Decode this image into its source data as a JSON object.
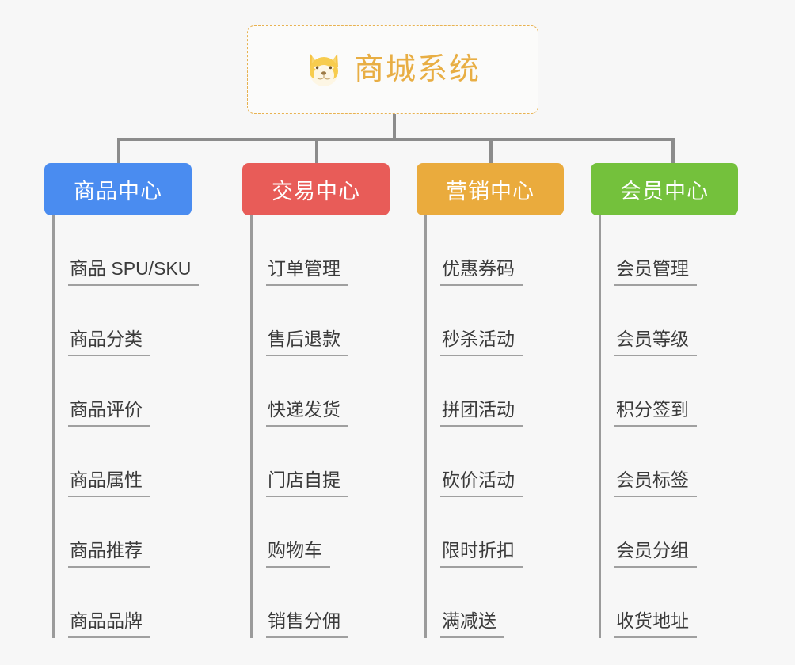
{
  "root": {
    "title": "商城系统",
    "icon": "shiba-dog-icon",
    "border_color": "#e8b251",
    "text_color": "#e8ae44",
    "background": "#fbfbfa"
  },
  "canvas": {
    "background": "#f7f7f7",
    "connector_color": "#8c8c8c"
  },
  "branches": [
    {
      "id": "product-center",
      "label": "商品中心",
      "color": "#4a8cf0",
      "items": [
        "商品 SPU/SKU",
        "商品分类",
        "商品评价",
        "商品属性",
        "商品推荐",
        "商品品牌"
      ]
    },
    {
      "id": "trade-center",
      "label": "交易中心",
      "color": "#e85c58",
      "items": [
        "订单管理",
        "售后退款",
        "快递发货",
        "门店自提",
        "购物车",
        "销售分佣"
      ]
    },
    {
      "id": "marketing-center",
      "label": "营销中心",
      "color": "#eaab3d",
      "items": [
        "优惠券码",
        "秒杀活动",
        "拼团活动",
        "砍价活动",
        "限时折扣",
        "满减送"
      ]
    },
    {
      "id": "member-center",
      "label": "会员中心",
      "color": "#74c13c",
      "items": [
        "会员管理",
        "会员等级",
        "积分签到",
        "会员标签",
        "会员分组",
        "收货地址"
      ]
    }
  ]
}
